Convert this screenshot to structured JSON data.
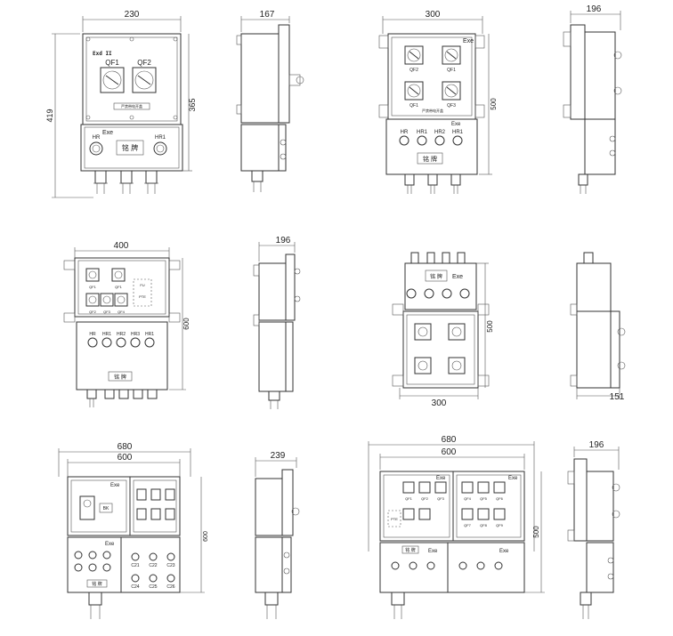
{
  "dims": {
    "d230": "230",
    "d419": "419",
    "d365": "365",
    "d167": "167",
    "d300a": "300",
    "d500a": "500",
    "d196a": "196",
    "d400": "400",
    "d600a": "600",
    "d196b": "196",
    "d500b": "500",
    "d300b": "300",
    "d151": "151",
    "d680a": "680",
    "d600b": "600",
    "d600c": "600",
    "d239": "239",
    "d680b": "680",
    "d600d": "600",
    "d500c": "500",
    "d196c": "196"
  },
  "labels": {
    "exd": "Exd II",
    "exe": "Exe",
    "qf1": "QF1",
    "qf2": "QF2",
    "qf3": "QF3",
    "qf4": "QF4",
    "qf5": "QF5",
    "qf6": "QF6",
    "qf7": "QF7",
    "qf8": "QF8",
    "qf9": "QF9",
    "hr": "HR",
    "hr1": "HR1",
    "hr2": "HR2",
    "hr3": "HR3",
    "nameplate": "铭 牌",
    "warning": "严禁带电开盖",
    "pte": "PTE",
    "fu": "FU",
    "bk": "BK",
    "c21": "C21",
    "c22": "C22",
    "c23": "C23",
    "c24": "C24",
    "c25": "C25",
    "c26": "C26"
  }
}
